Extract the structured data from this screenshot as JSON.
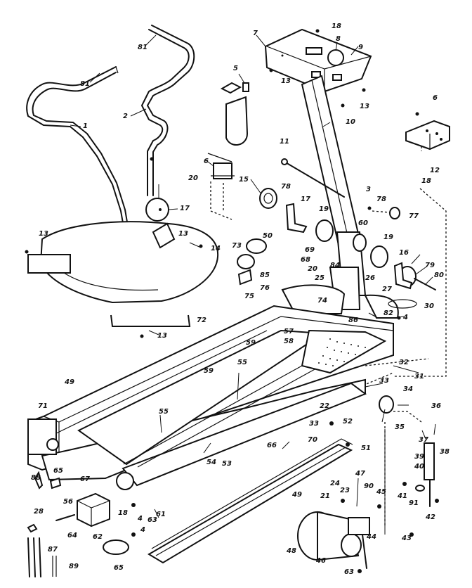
{
  "labels": [
    {
      "id": "1",
      "text": "1"
    },
    {
      "id": "2",
      "text": "2"
    },
    {
      "id": "3",
      "text": "3"
    },
    {
      "id": "4",
      "text": "4"
    },
    {
      "id": "5",
      "text": "5"
    },
    {
      "id": "6a",
      "text": "6"
    },
    {
      "id": "6b",
      "text": "6"
    },
    {
      "id": "7",
      "text": "7"
    },
    {
      "id": "8",
      "text": "8"
    },
    {
      "id": "9",
      "text": "9"
    },
    {
      "id": "10",
      "text": "10"
    },
    {
      "id": "11",
      "text": "11"
    },
    {
      "id": "12",
      "text": "12"
    },
    {
      "id": "13a",
      "text": "13"
    },
    {
      "id": "13b",
      "text": "13"
    },
    {
      "id": "13c",
      "text": "13"
    },
    {
      "id": "13d",
      "text": "13"
    },
    {
      "id": "13e",
      "text": "13"
    },
    {
      "id": "15",
      "text": "15"
    },
    {
      "id": "16",
      "text": "16"
    },
    {
      "id": "17a",
      "text": "17"
    },
    {
      "id": "17b",
      "text": "17"
    },
    {
      "id": "18a",
      "text": "18"
    },
    {
      "id": "18b",
      "text": "18"
    },
    {
      "id": "18c",
      "text": "18"
    },
    {
      "id": "19a",
      "text": "19"
    },
    {
      "id": "19b",
      "text": "19"
    },
    {
      "id": "20a",
      "text": "20"
    },
    {
      "id": "20b",
      "text": "20"
    },
    {
      "id": "14",
      "text": "14"
    },
    {
      "id": "81a",
      "text": "81"
    },
    {
      "id": "81b",
      "text": "81"
    },
    {
      "id": "78a",
      "text": "78"
    },
    {
      "id": "78b",
      "text": "78"
    },
    {
      "id": "77",
      "text": "77"
    },
    {
      "id": "79",
      "text": "79"
    },
    {
      "id": "80",
      "text": "80"
    },
    {
      "id": "60",
      "text": "60"
    },
    {
      "id": "69",
      "text": "69"
    },
    {
      "id": "68",
      "text": "68"
    },
    {
      "id": "84",
      "text": "84"
    },
    {
      "id": "50",
      "text": "50"
    },
    {
      "id": "73",
      "text": "73"
    },
    {
      "id": "85",
      "text": "85"
    },
    {
      "id": "76",
      "text": "76"
    },
    {
      "id": "75",
      "text": "75"
    },
    {
      "id": "74",
      "text": "74"
    },
    {
      "id": "25",
      "text": "25"
    },
    {
      "id": "26",
      "text": "26"
    },
    {
      "id": "27",
      "text": "27"
    },
    {
      "id": "82",
      "text": "82"
    },
    {
      "id": "30",
      "text": "30"
    },
    {
      "id": "4b",
      "text": "4"
    },
    {
      "id": "86",
      "text": "86"
    },
    {
      "id": "72",
      "text": "72"
    },
    {
      "id": "59",
      "text": "59"
    },
    {
      "id": "57",
      "text": "57"
    },
    {
      "id": "58",
      "text": "58"
    },
    {
      "id": "32",
      "text": "32"
    },
    {
      "id": "31",
      "text": "31"
    },
    {
      "id": "49a",
      "text": "49"
    },
    {
      "id": "59b",
      "text": "59"
    },
    {
      "id": "55a",
      "text": "55"
    },
    {
      "id": "55b",
      "text": "55"
    },
    {
      "id": "33a",
      "text": "33"
    },
    {
      "id": "34",
      "text": "34"
    },
    {
      "id": "36",
      "text": "36"
    },
    {
      "id": "22",
      "text": "22"
    },
    {
      "id": "33b",
      "text": "33"
    },
    {
      "id": "52",
      "text": "52"
    },
    {
      "id": "35",
      "text": "35"
    },
    {
      "id": "37",
      "text": "37"
    },
    {
      "id": "38",
      "text": "38"
    },
    {
      "id": "71",
      "text": "71"
    },
    {
      "id": "66",
      "text": "66"
    },
    {
      "id": "70",
      "text": "70"
    },
    {
      "id": "51",
      "text": "51"
    },
    {
      "id": "39",
      "text": "39"
    },
    {
      "id": "40",
      "text": "40"
    },
    {
      "id": "54",
      "text": "54"
    },
    {
      "id": "53",
      "text": "53"
    },
    {
      "id": "65a",
      "text": "65"
    },
    {
      "id": "88",
      "text": "88"
    },
    {
      "id": "67",
      "text": "67"
    },
    {
      "id": "61",
      "text": "61"
    },
    {
      "id": "63a",
      "text": "63"
    },
    {
      "id": "47",
      "text": "47"
    },
    {
      "id": "24",
      "text": "24"
    },
    {
      "id": "23",
      "text": "23"
    },
    {
      "id": "90",
      "text": "90"
    },
    {
      "id": "45",
      "text": "45"
    },
    {
      "id": "21",
      "text": "21"
    },
    {
      "id": "41",
      "text": "41"
    },
    {
      "id": "91",
      "text": "91"
    },
    {
      "id": "42",
      "text": "42"
    },
    {
      "id": "56",
      "text": "56"
    },
    {
      "id": "28",
      "text": "28"
    },
    {
      "id": "64",
      "text": "64"
    },
    {
      "id": "62",
      "text": "62"
    },
    {
      "id": "4c",
      "text": "4"
    },
    {
      "id": "49b",
      "text": "49"
    },
    {
      "id": "48",
      "text": "48"
    },
    {
      "id": "46",
      "text": "46"
    },
    {
      "id": "44",
      "text": "44"
    },
    {
      "id": "43",
      "text": "43"
    },
    {
      "id": "63b",
      "text": "63"
    },
    {
      "id": "65b",
      "text": "65"
    },
    {
      "id": "87",
      "text": "87"
    },
    {
      "id": "89",
      "text": "89"
    }
  ]
}
